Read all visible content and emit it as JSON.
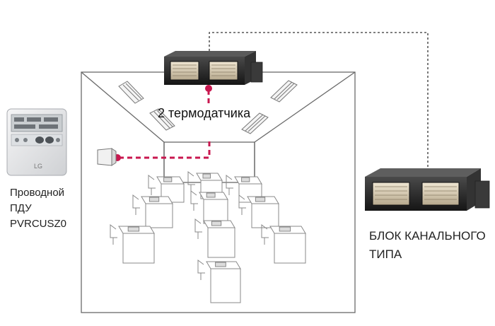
{
  "labels": {
    "sensor_count": "2 термодатчика",
    "remote_line1": "Проводной",
    "remote_line2": "ПДУ",
    "remote_line3": "PVRCUSZ0",
    "duct_line1": "БЛОК КАНАЛЬНОГО",
    "duct_line2": "ТИПА",
    "remote_brand": "LG"
  },
  "colors": {
    "sensor_wire": "#c8174f",
    "control_wire": "#333333",
    "room_lines": "#555555",
    "unit_body": "#2a2a2a",
    "unit_grille": "#d8cbb4",
    "remote_body": "#e9eaec"
  },
  "icons": [
    "wired-remote-controller",
    "duct-indoor-unit",
    "wall-thermistor",
    "office-desk"
  ]
}
